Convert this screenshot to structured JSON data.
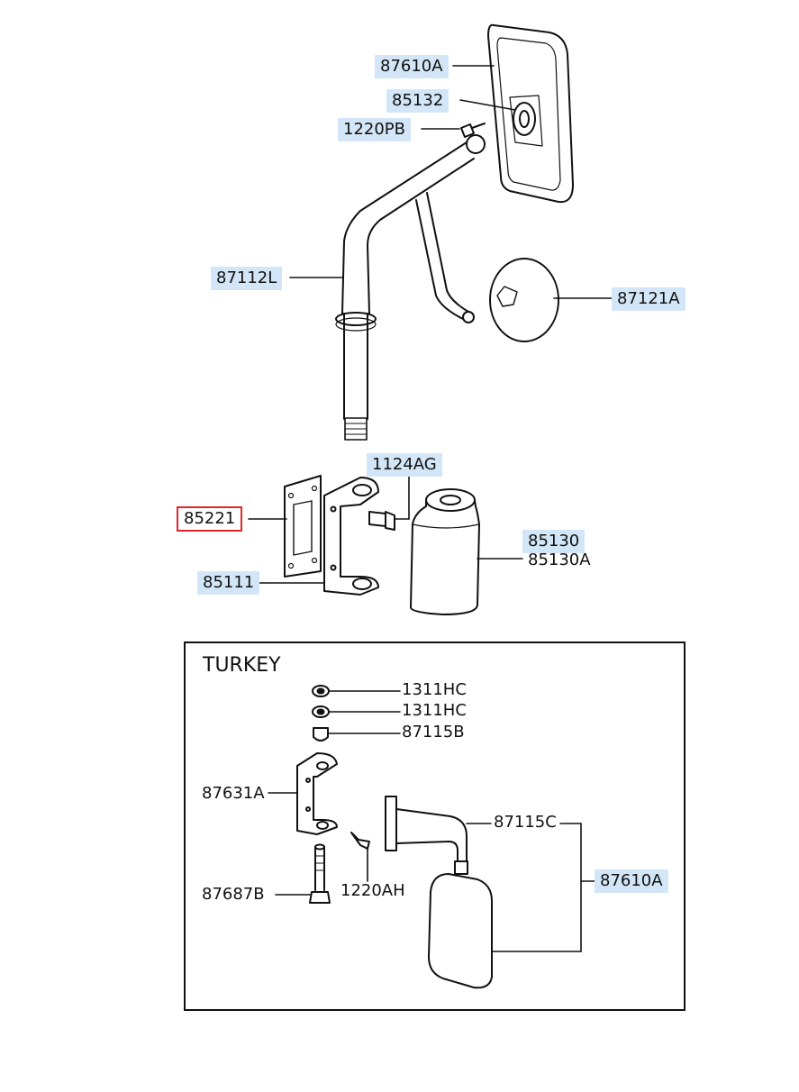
{
  "inset": {
    "title": "TURKEY"
  },
  "labels": {
    "p87610A_top": "87610A",
    "p85132": "85132",
    "p1220PB": "1220PB",
    "p87112L": "87112L",
    "p87121A": "87121A",
    "p1124AG": "1124AG",
    "p85221": "85221",
    "p85130": "85130",
    "p85130A": "85130A",
    "p85111": "85111",
    "p1311HC_a": "1311HC",
    "p1311HC_b": "1311HC",
    "p87115B": "87115B",
    "p87631A": "87631A",
    "p87115C": "87115C",
    "p87610A_inset": "87610A",
    "p87687B": "87687B",
    "p1220AH": "1220AH"
  },
  "colors": {
    "highlight": "#d3e6f7",
    "selected_border": "#e0262b",
    "line": "#111111"
  }
}
